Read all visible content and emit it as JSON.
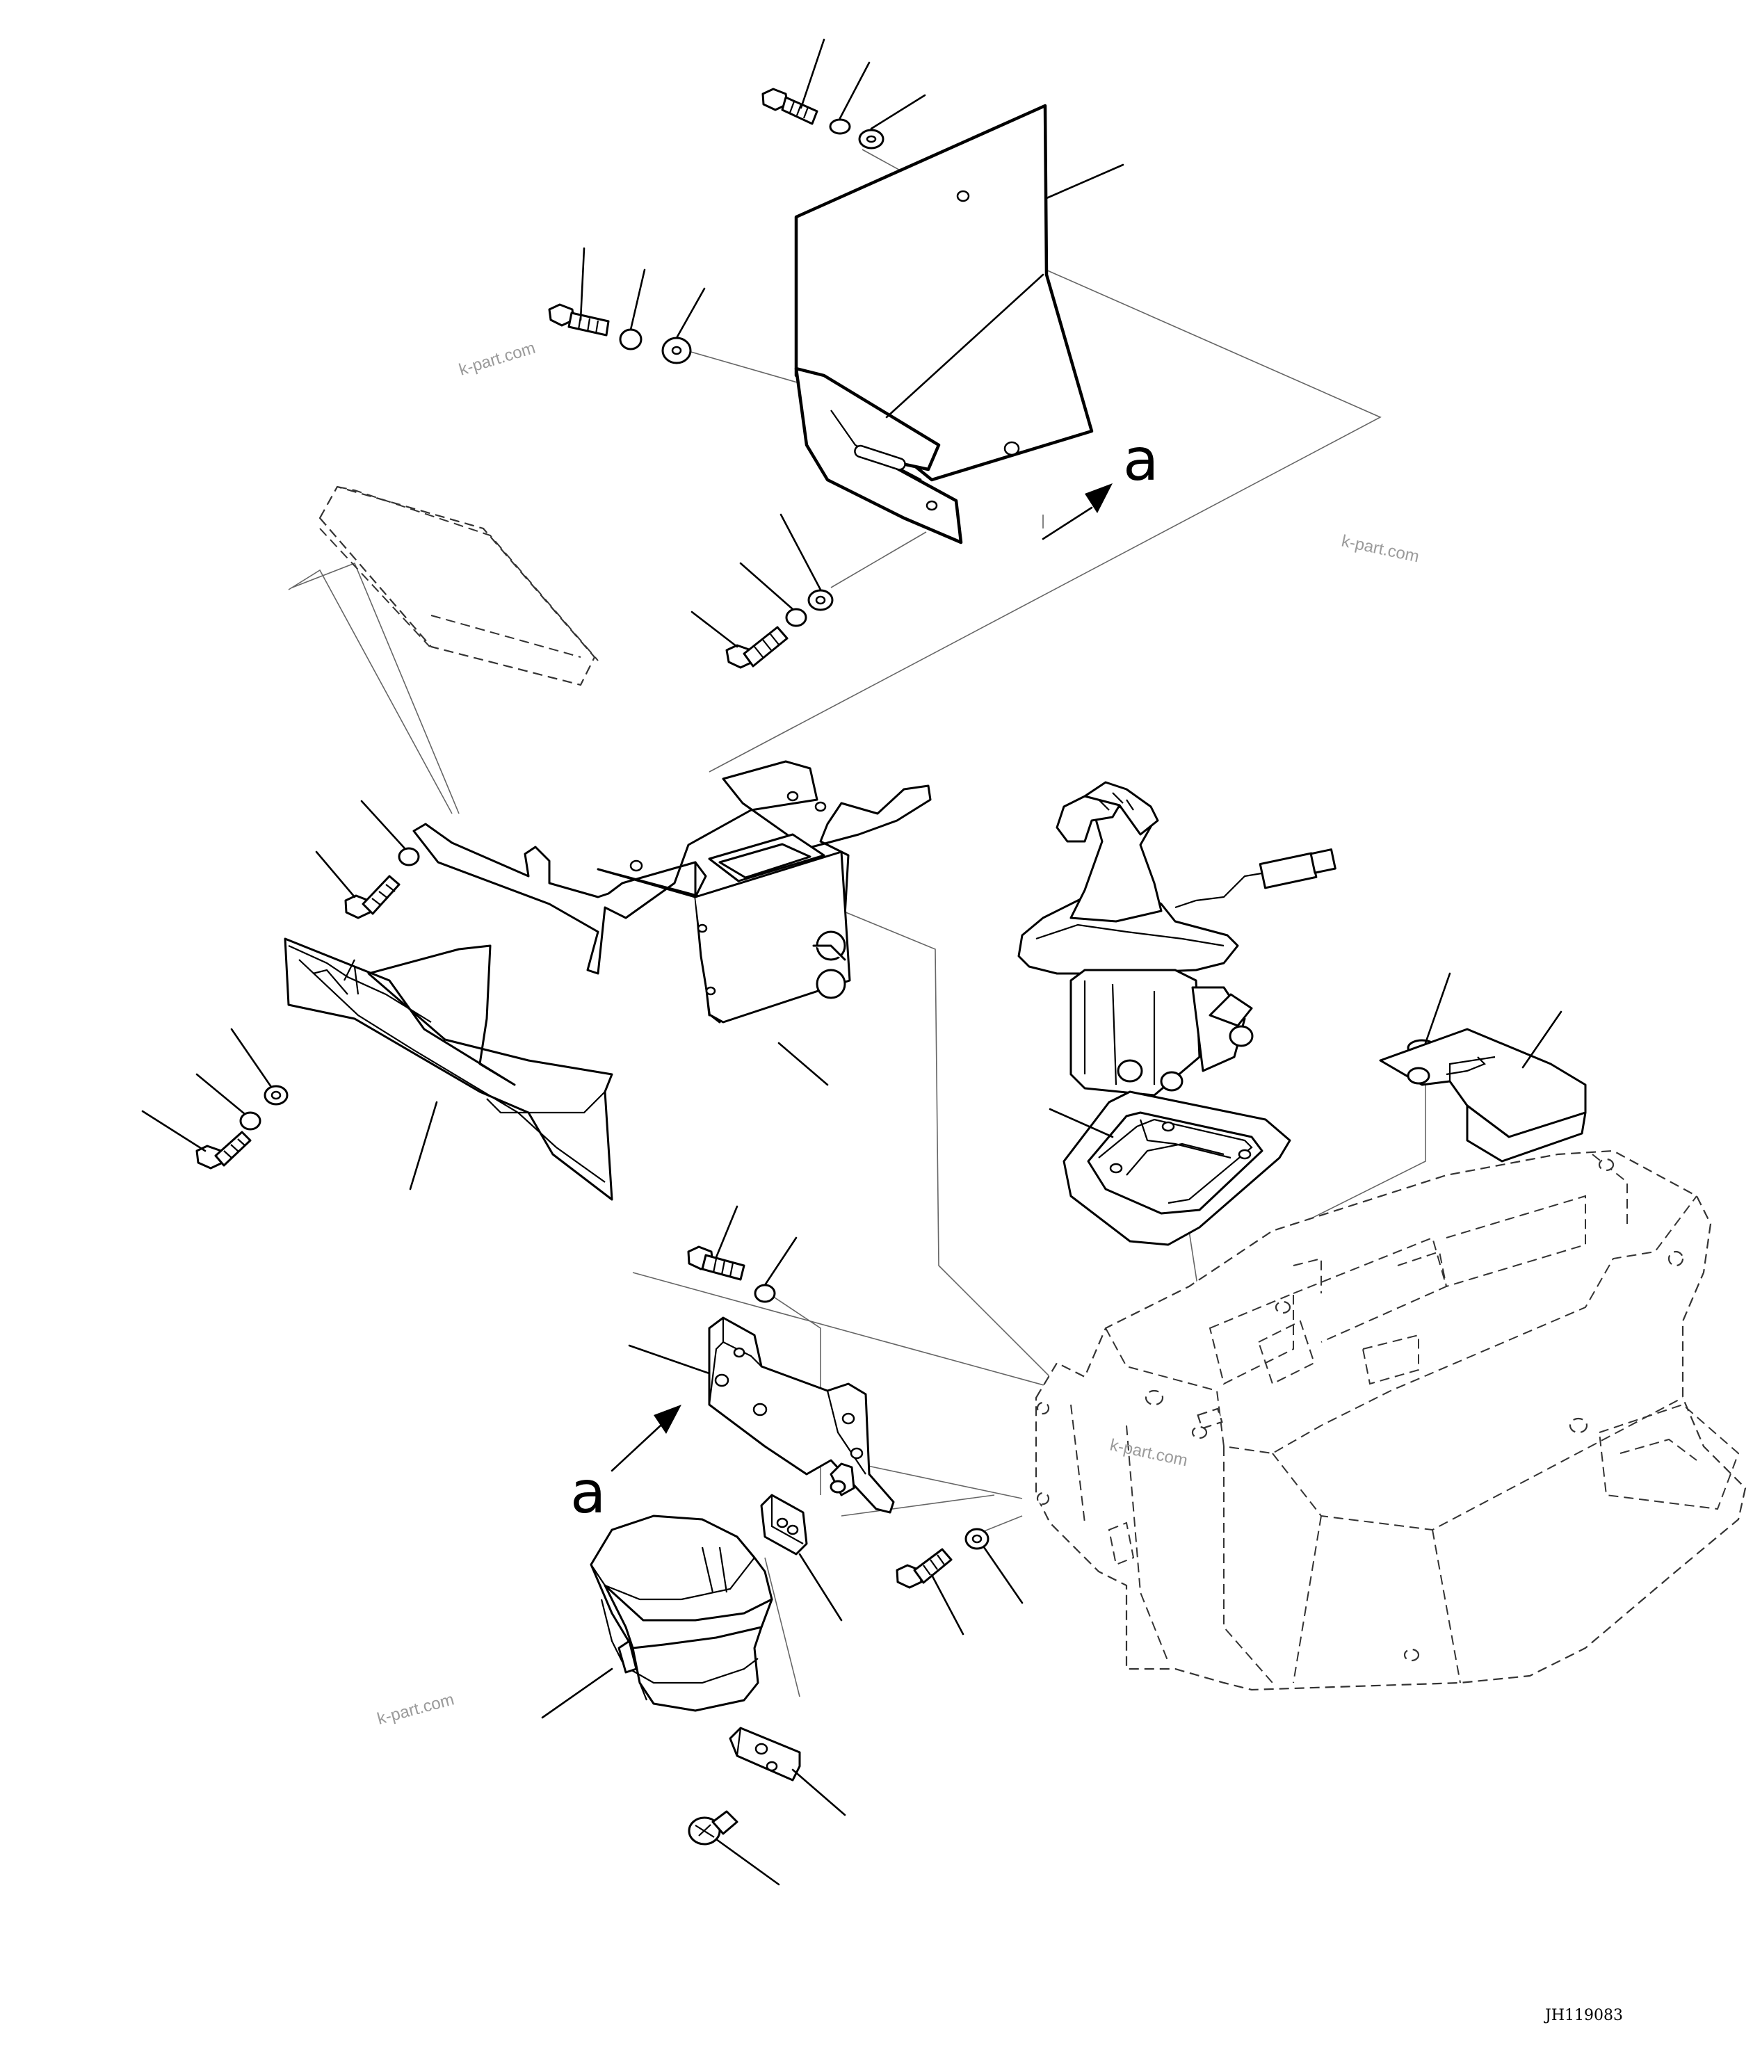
{
  "labels": {
    "view_a_top": "a",
    "view_a_bottom": "a"
  },
  "watermarks": [
    "k-part.com",
    "k-part.com",
    "k-part.com",
    "k-part.com"
  ],
  "drawing_code": "JH119083",
  "colors": {
    "line": "#000000",
    "background": "#ffffff",
    "watermark": "#9a9a9a"
  }
}
